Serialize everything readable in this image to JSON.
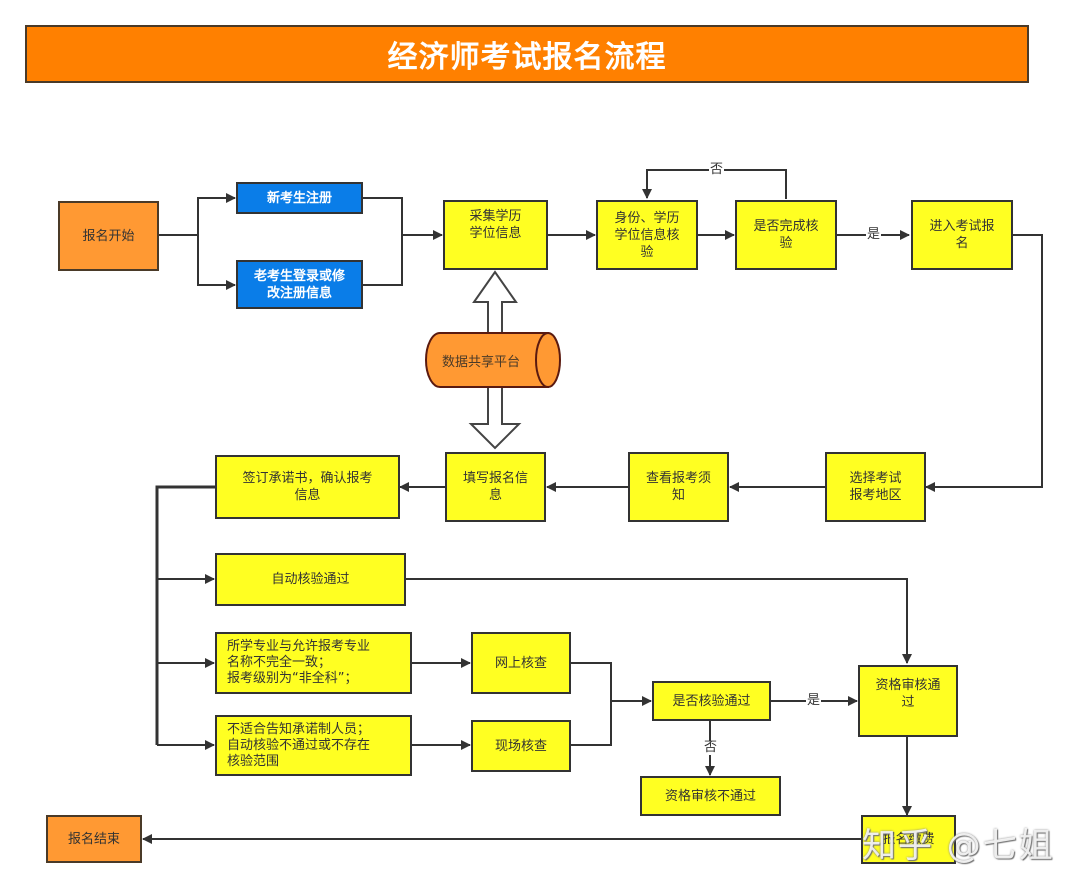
{
  "title": "经济师考试报名流程",
  "colors": {
    "title_bg": "#ff8000",
    "start_end": "#ff9933",
    "register": "#0a7de8",
    "process": "#ffff22",
    "line": "#333333"
  },
  "nodes": {
    "start": "报名开始",
    "new_register": "新考生注册",
    "old_login": "老考生登录或修\n改注册信息",
    "collect_info": "采集学历\n学位信息",
    "verify_identity": "身份、学历\n学位信息核\n验",
    "verify_done": "是否完成核\n验",
    "enter_exam": "进入考试报\n名",
    "select_region": "选择考试\n报考地区",
    "view_notice": "查看报考须\n知",
    "fill_info": "填写报名信\n息",
    "sign_commitment": "签订承诺书，确认报考\n信息",
    "auto_pass": "自动核验通过",
    "major_mismatch": "所学专业与允许报考专业\n名称不完全一致；\n报考级别为“非全科”；",
    "not_applicable": "不适合告知承诺制人员；\n自动核验不通过或不存在\n核验范围",
    "online_check": "网上核查",
    "onsite_check": "现场核查",
    "check_passed_q": "是否核验通过",
    "qualify_pass": "资格审核通\n过",
    "qualify_fail": "资格审核不通过",
    "pay_fee": "报名缴费",
    "end": "报名结束",
    "data_platform": "数据共享平台"
  },
  "edge_labels": {
    "no_top": "否",
    "yes_top": "是",
    "yes_bottom": "是",
    "no_bottom": "否"
  },
  "watermark": "知乎 @七姐"
}
